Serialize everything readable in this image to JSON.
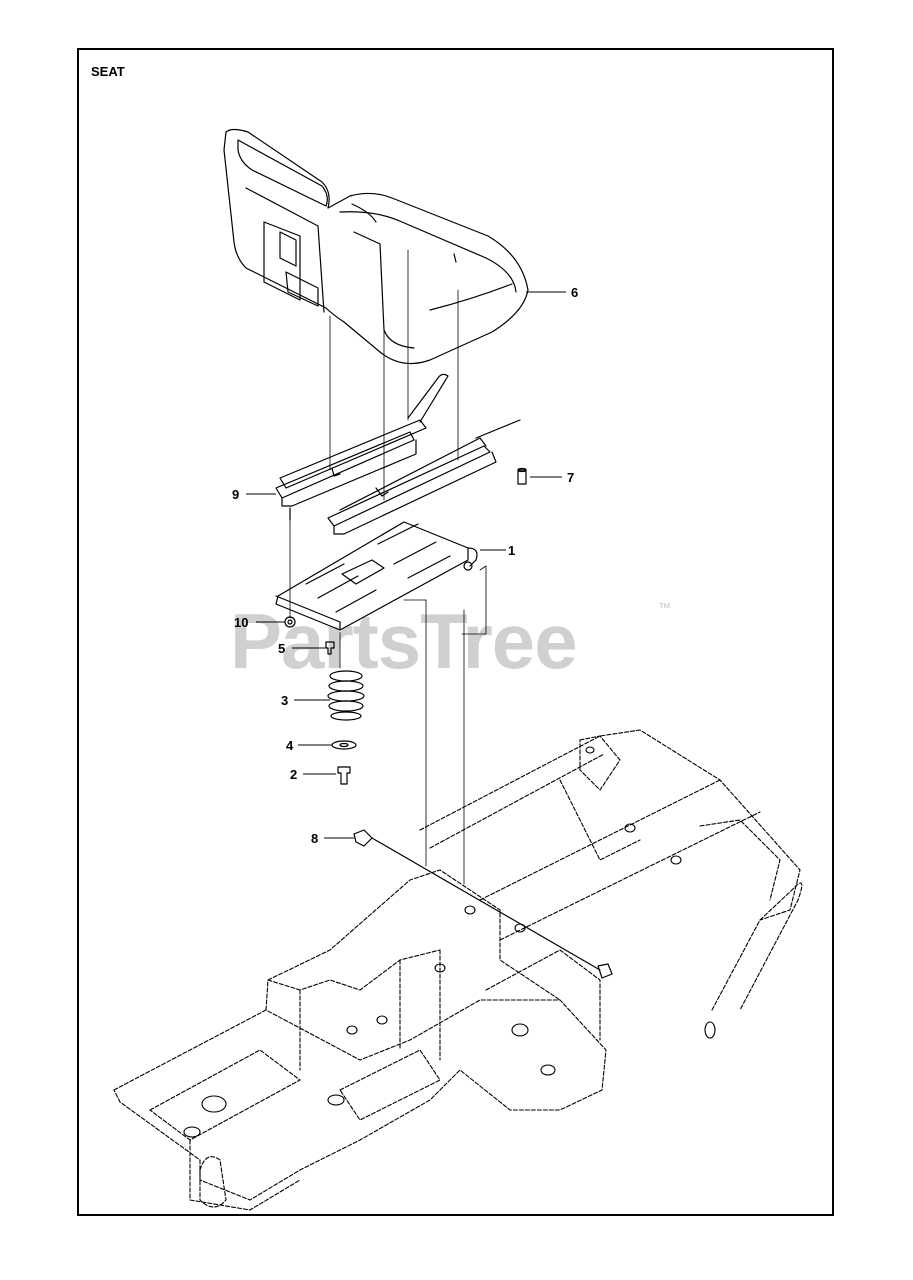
{
  "title": "SEAT",
  "watermark": {
    "text": "PartsTree",
    "trademark": "™"
  },
  "callouts": [
    "1",
    "2",
    "3",
    "4",
    "5",
    "6",
    "7",
    "8",
    "9",
    "10"
  ],
  "colors": {
    "line": "#000000",
    "watermark": "#d0d0d0"
  }
}
